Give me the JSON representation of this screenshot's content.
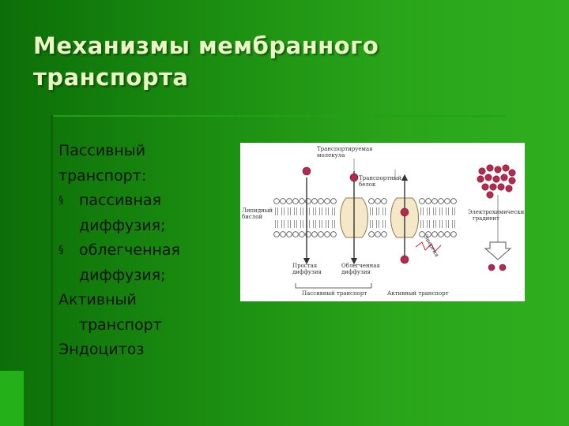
{
  "title": {
    "line1": "Механизмы мембранного",
    "line2": "транспорта"
  },
  "content": {
    "passive_line1": "Пассивный",
    "passive_line2": "транспорт:",
    "bullet_glyph": "§",
    "item1_line1": "пассивная",
    "item1_line2": "диффузия;",
    "item2_line1": "облегченная",
    "item2_line2": "диффузия;",
    "active_line1": "Активный",
    "active_line2": "транспорт",
    "endocytosis": "Эндоцитоз"
  },
  "figure": {
    "label_transported_molecule_1": "Транспортируемая",
    "label_transported_molecule_2": "молекула",
    "label_transport_protein_1": "Транспортный",
    "label_transport_protein_2": "белок",
    "label_lipid_bilayer_1": "Липидный",
    "label_lipid_bilayer_2": "бислой",
    "label_simple_diffusion_1": "Простая",
    "label_simple_diffusion_2": "диффузия",
    "label_facilitated_diffusion_1": "Облегченная",
    "label_facilitated_diffusion_2": "диффузия",
    "label_energy": "Энергия",
    "label_gradient_1": "Электрохимический",
    "label_gradient_2": "градиент",
    "label_passive_transport": "Пассивный транспорт",
    "label_active_transport": "Активный транспорт"
  },
  "colors": {
    "background_dark": "#0c6e08",
    "background_light": "#2fae1f",
    "title_text": "#eaf6c4",
    "molecule": "#b52a4e",
    "protein": "#f4e8c8"
  }
}
